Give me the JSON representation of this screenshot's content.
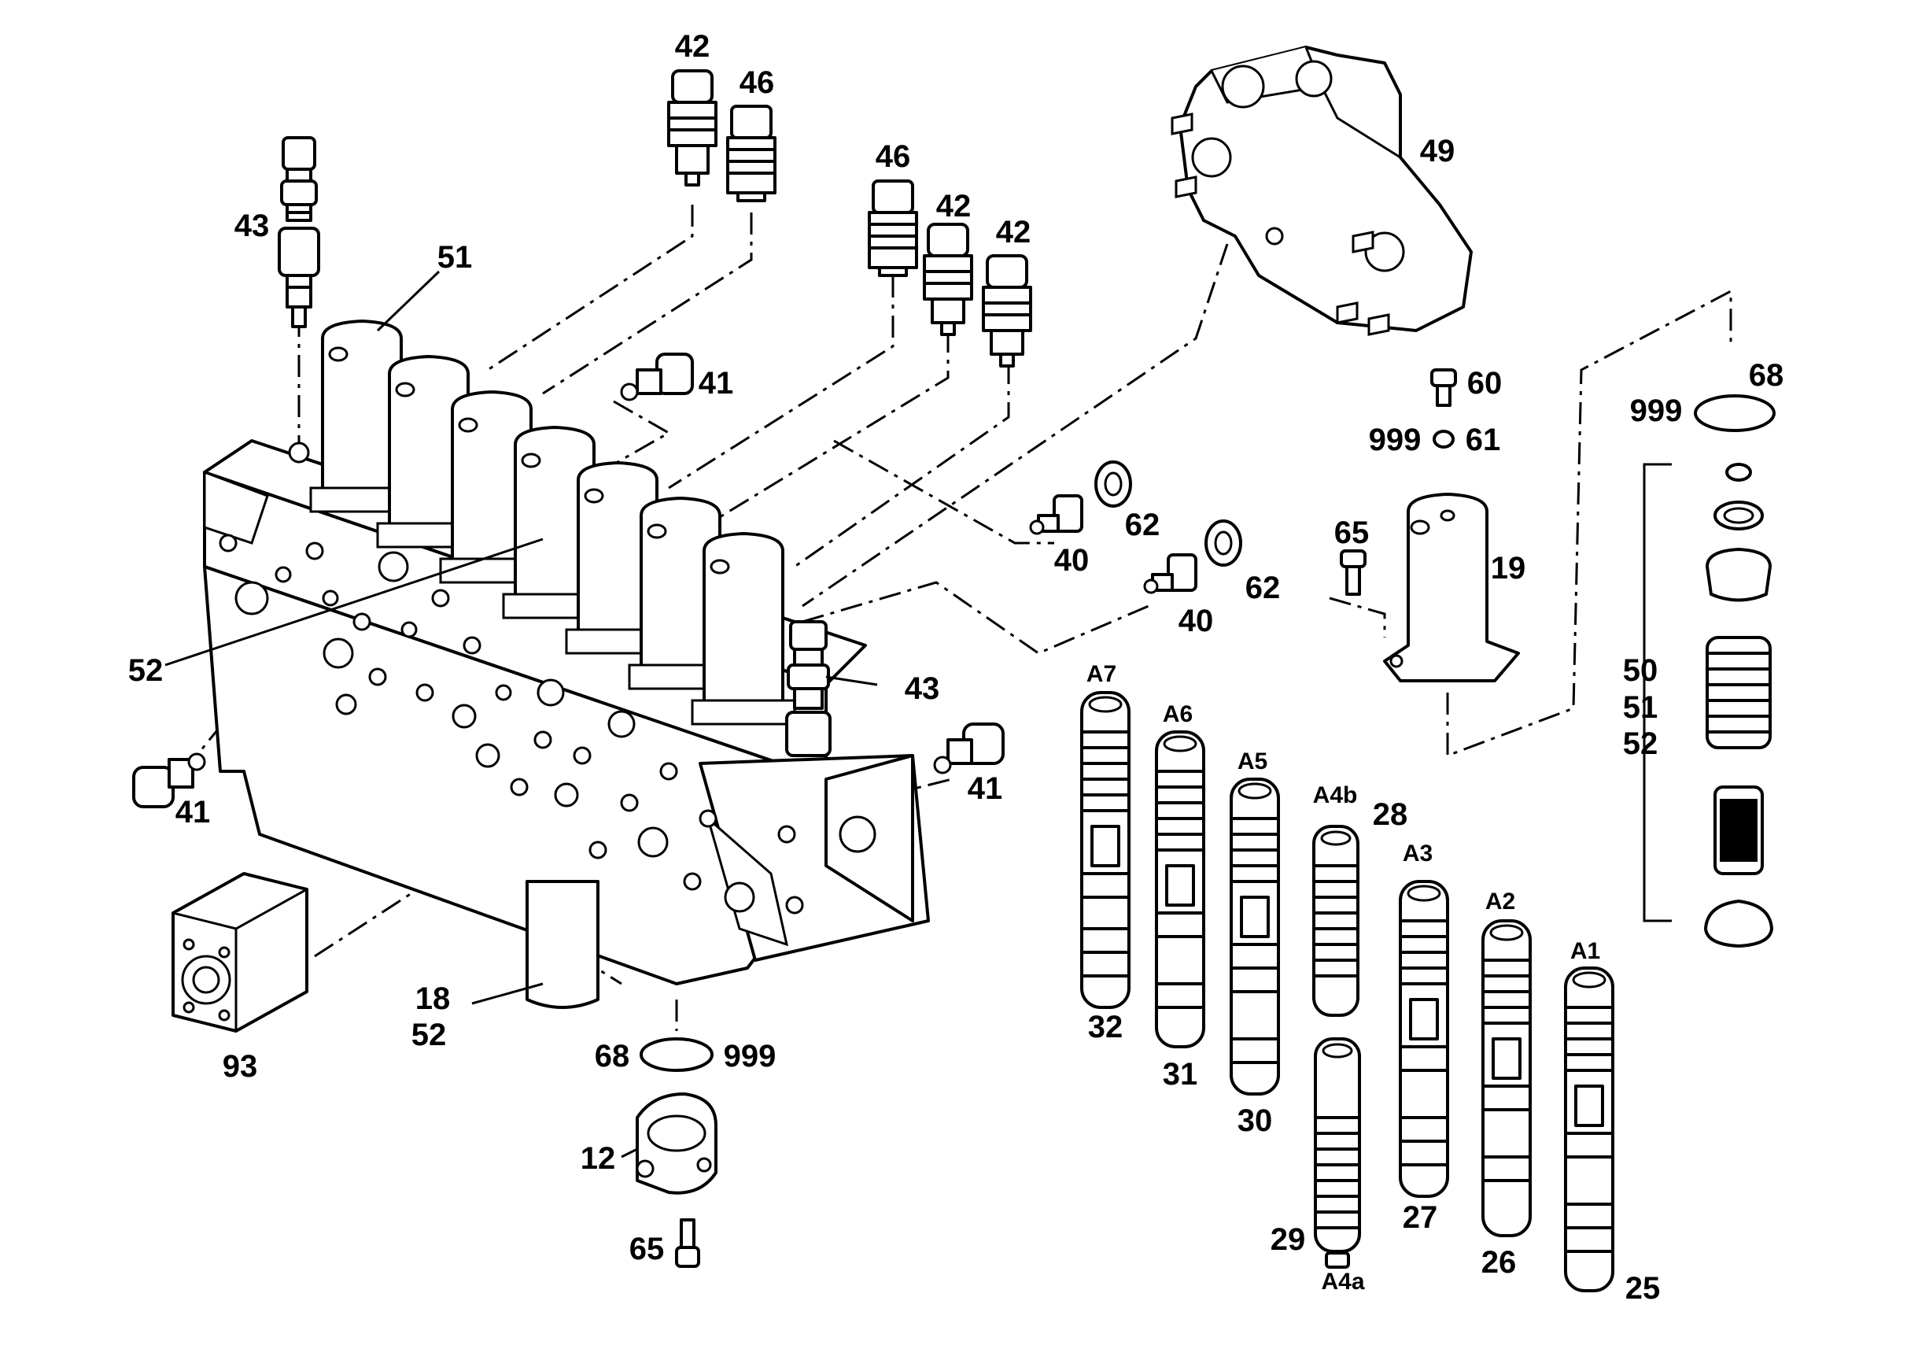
{
  "labels": {
    "p42a": "42",
    "p46a": "46",
    "p43a": "43",
    "p51a": "51",
    "p46b": "46",
    "p42b": "42",
    "p42c": "42",
    "p49": "49",
    "p41a": "41",
    "p60": "60",
    "p999a": "999",
    "p61": "61",
    "p68a": "68",
    "p999b": "999",
    "p62a": "62",
    "p40a": "40",
    "p65a": "65",
    "p19": "19",
    "p62b": "62",
    "p40b": "40",
    "p43b": "43",
    "p52a": "52",
    "p41b": "41",
    "p41c": "41",
    "p50": "50",
    "p51b": "51",
    "p52b": "52",
    "p18": "18",
    "p52c": "52",
    "p93": "93",
    "p68b": "68",
    "p999c": "999",
    "p12": "12",
    "p65b": "65",
    "p32": "32",
    "p31": "31",
    "p30": "30",
    "p29": "29",
    "p27": "27",
    "p26": "26",
    "p25": "25",
    "p28": "28"
  },
  "spool_labels": {
    "a7": "A7",
    "a6": "A6",
    "a5": "A5",
    "a4b": "A4b",
    "a3": "A3",
    "a2": "A2",
    "a1": "A1",
    "a4a": "A4a"
  }
}
